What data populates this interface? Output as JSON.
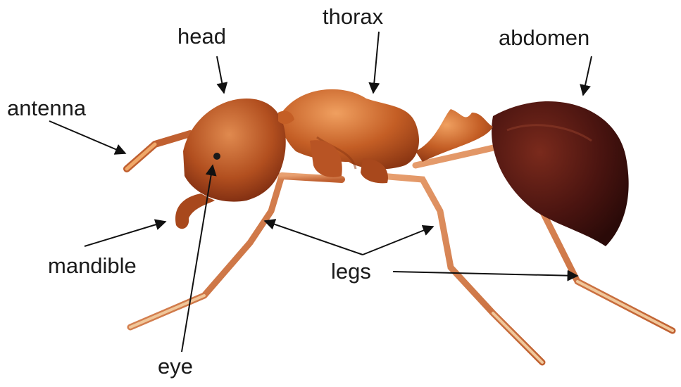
{
  "diagram": {
    "labels": {
      "head": "head",
      "thorax": "thorax",
      "abdomen": "abdomen",
      "antenna": "antenna",
      "mandible": "mandible",
      "legs": "legs",
      "eye": "eye"
    },
    "colors": {
      "body_light": "#d9793e",
      "body_mid": "#b24f1f",
      "body_dark": "#7a2a10",
      "abdomen_dark": "#4a1410",
      "leg_light": "#f0c79a",
      "arrow": "#111111"
    }
  }
}
